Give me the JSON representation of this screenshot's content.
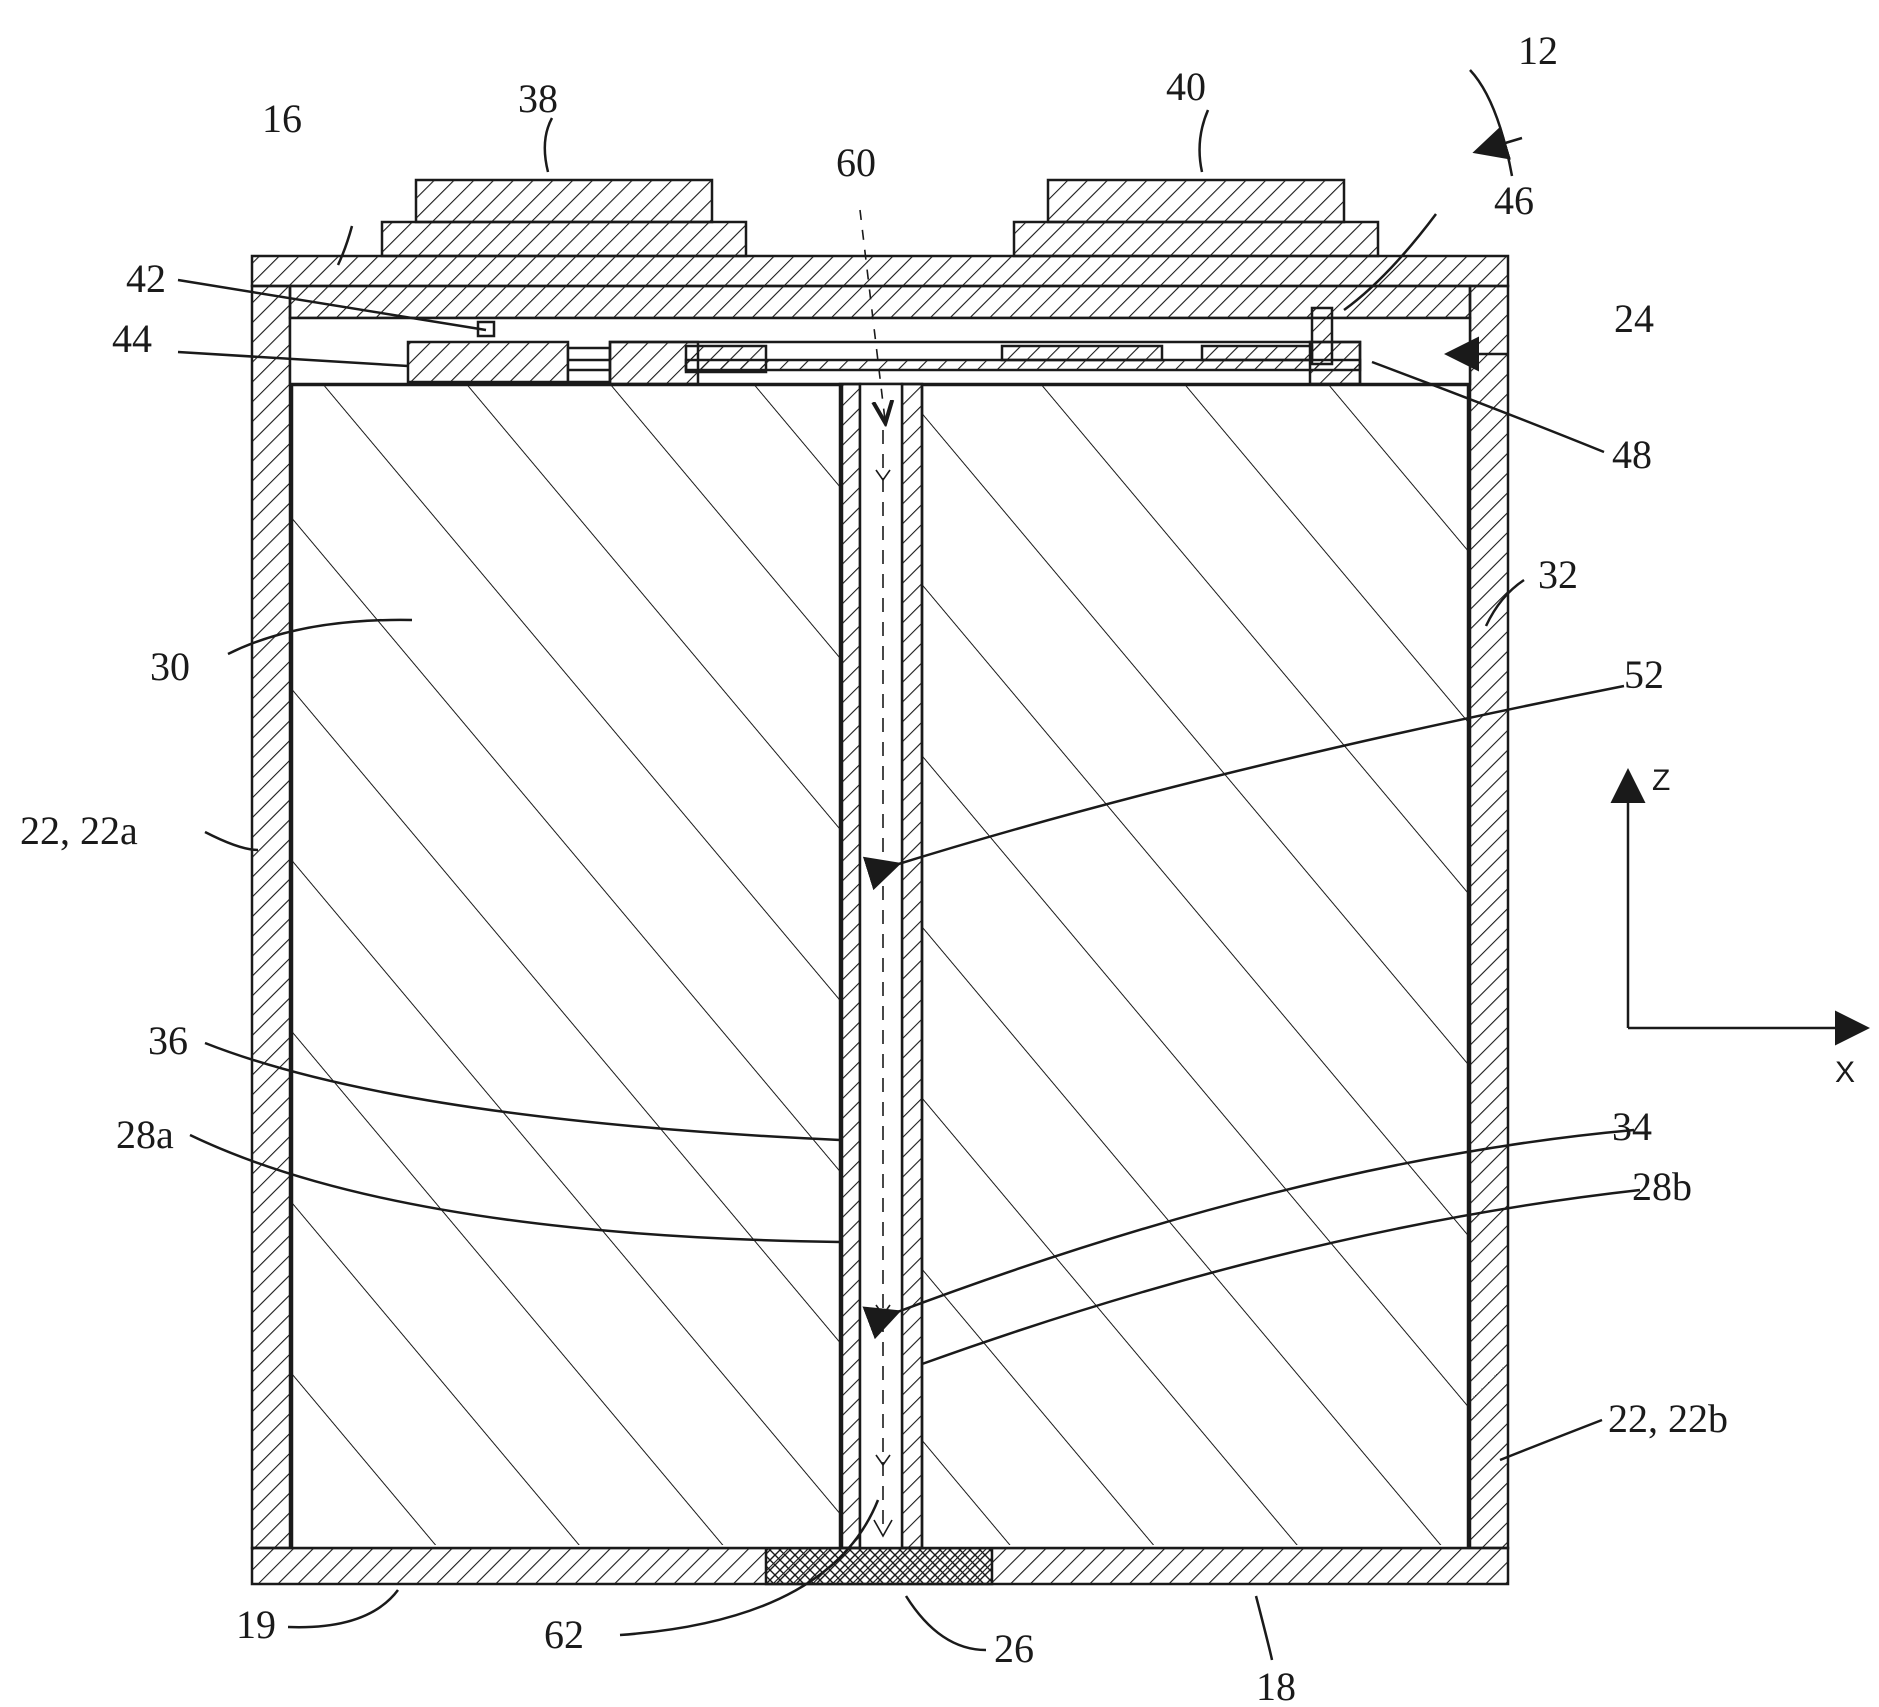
{
  "figure": {
    "labels": {
      "ref_12": "12",
      "ref_16": "16",
      "ref_38": "38",
      "ref_40": "40",
      "ref_60": "60",
      "ref_46": "46",
      "ref_42": "42",
      "ref_44": "44",
      "ref_24": "24",
      "ref_48": "48",
      "ref_32": "32",
      "ref_30": "30",
      "ref_52": "52",
      "ref_22_22a": "22, 22a",
      "ref_36": "36",
      "ref_28a": "28a",
      "ref_34": "34",
      "ref_28b": "28b",
      "ref_22_22b": "22, 22b",
      "ref_19": "19",
      "ref_62": "62",
      "ref_26": "26",
      "ref_18": "18"
    },
    "axes": {
      "z_label": "Z",
      "x_label": "X"
    }
  }
}
